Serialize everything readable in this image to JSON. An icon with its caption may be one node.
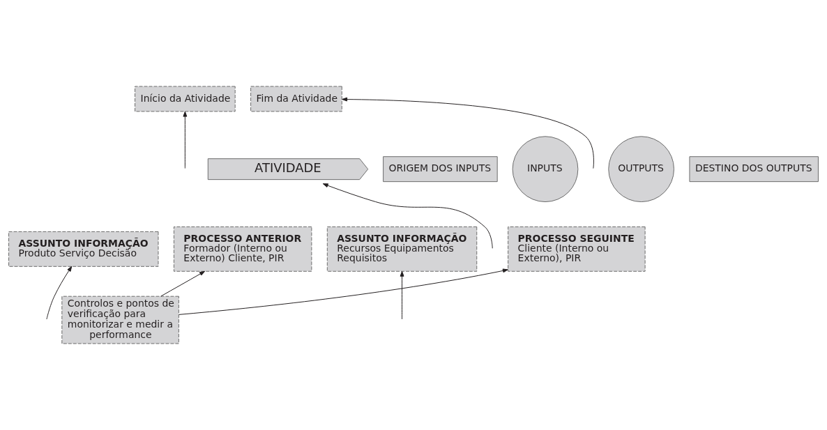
{
  "diagram": {
    "nodes": [
      {
        "text": [
          "Início da Atividade"
        ]
      },
      {
        "text": [
          "Fim da Atividade"
        ]
      },
      {
        "text": [
          "ORIGEM DOS INPUTS"
        ]
      },
      {
        "text": [
          "INPUTS"
        ]
      },
      {
        "text": [
          "ATIVIDADE"
        ]
      },
      {
        "text": [
          "OUTPUTS"
        ]
      },
      {
        "text": [
          "DESTINO DOS OUTPUTS"
        ]
      },
      {
        "text": [
          "PROCESSO ANTERIOR",
          "Formador (Interno ou Externo) Cliente, PIR"
        ]
      },
      {
        "text": [
          "ASSUNTO INFORMAÇÃO",
          "Recursos Equipamentos Requisitos"
        ]
      },
      {
        "text": [
          "ASSUNTO INFORMAÇÃO",
          "Produto Serviço Decisão"
        ]
      },
      {
        "text": [
          "PROCESSO SEGUINTE",
          "Cliente (Interno ou Externo), PIR"
        ]
      },
      {
        "text": [
          "Controlos e pontos de verificação para monitorizar e medir a performance"
        ]
      }
    ],
    "edges": [
      {
        "from": null,
        "to": 0,
        "arrow": "to"
      },
      {
        "from": null,
        "to": 1,
        "arrow": "to"
      },
      {
        "from": null,
        "to": 4,
        "arrow": "to"
      },
      {
        "from": null,
        "to": 8,
        "arrow": "to"
      },
      {
        "from": null,
        "to": 9,
        "arrow": "to"
      },
      {
        "from": 11,
        "to": 7,
        "arrow": "to"
      },
      {
        "from": 11,
        "to": 10,
        "arrow": "to"
      }
    ]
  }
}
